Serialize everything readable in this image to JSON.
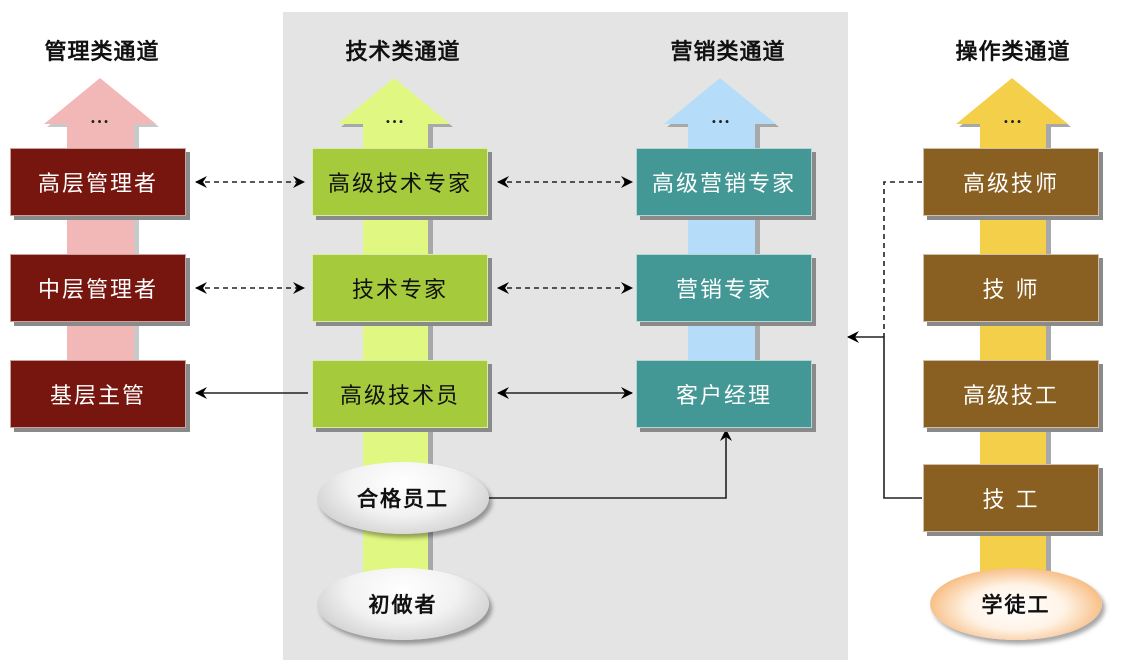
{
  "diagram": {
    "type": "career-path-channels",
    "lanes": [
      {
        "id": "management",
        "title": "管理类通道",
        "arrow_color": "#f2b8b8",
        "box_color": "#76160f",
        "continuation": "...",
        "levels": [
          "高层管理者",
          "中层管理者",
          "基层主管"
        ],
        "entry": []
      },
      {
        "id": "technical",
        "title": "技术类通道",
        "arrow_color": "#e0f781",
        "box_color": "#a5cb3c",
        "continuation": "...",
        "levels": [
          "高级技术专家",
          "技术专家",
          "高级技术员"
        ],
        "entry": [
          "合格员工",
          "初做者"
        ]
      },
      {
        "id": "marketing",
        "title": "营销类通道",
        "arrow_color": "#b5dcf8",
        "box_color": "#439896",
        "continuation": "...",
        "levels": [
          "高级营销专家",
          "营销专家",
          "客户经理"
        ],
        "entry": []
      },
      {
        "id": "operations",
        "title": "操作类通道",
        "arrow_color": "#f3cf4a",
        "box_color": "#8a5f22",
        "continuation": "...",
        "levels": [
          "高级技师",
          "技 师",
          "高级技工",
          "技 工"
        ],
        "entry": [
          "学徒工"
        ]
      }
    ],
    "connections": [
      {
        "from": "高层管理者",
        "to": "高级技术专家",
        "style": "dashed",
        "direction": "both"
      },
      {
        "from": "高级技术专家",
        "to": "高级营销专家",
        "style": "dashed",
        "direction": "both"
      },
      {
        "from": "中层管理者",
        "to": "技术专家",
        "style": "dashed",
        "direction": "both"
      },
      {
        "from": "技术专家",
        "to": "营销专家",
        "style": "dashed",
        "direction": "both"
      },
      {
        "from": "高级技术员",
        "to": "基层主管",
        "style": "solid",
        "direction": "forward"
      },
      {
        "from": "高级技术员",
        "to": "客户经理",
        "style": "solid",
        "direction": "both"
      },
      {
        "from": "合格员工",
        "to": "客户经理",
        "style": "solid",
        "direction": "forward"
      },
      {
        "from": "技 工",
        "to": "技术类/营销类通道",
        "style": "solid",
        "direction": "forward"
      },
      {
        "from": "高级技师",
        "to": "技术类/营销类通道",
        "style": "dashed",
        "direction": "forward"
      }
    ]
  }
}
